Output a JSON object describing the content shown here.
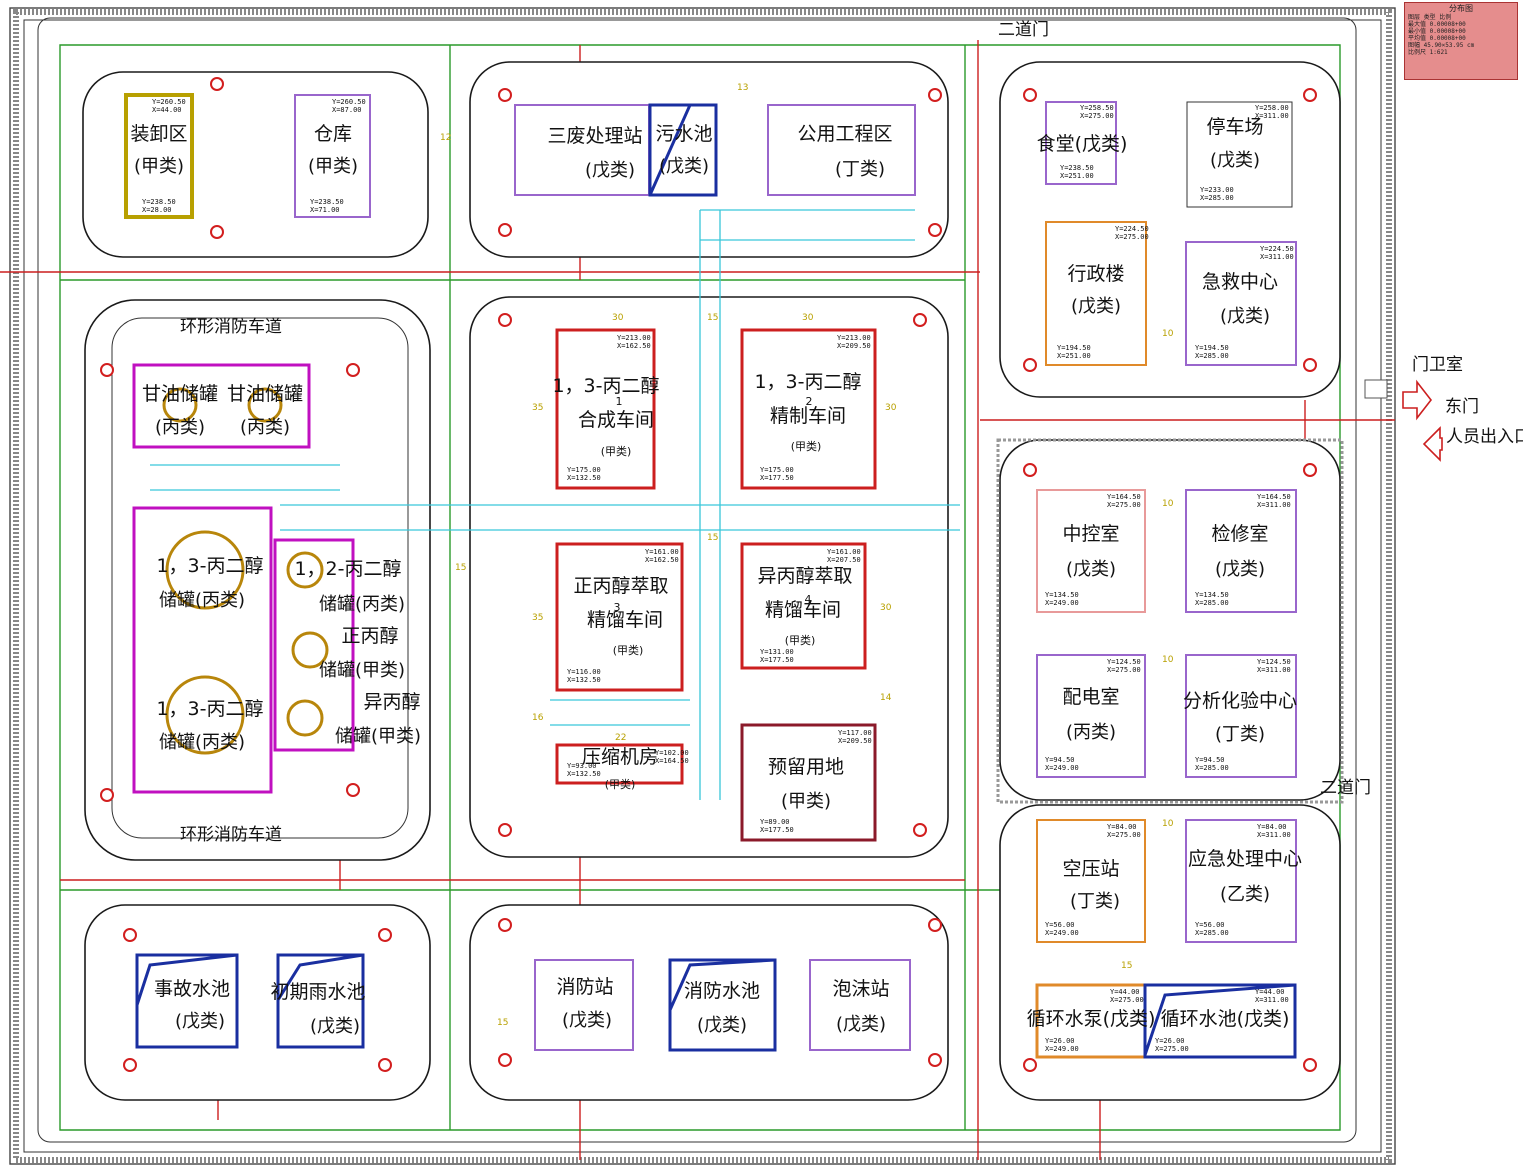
{
  "colors": {
    "class_a": "#cc1f1f",
    "class_b": "#d21e1e",
    "class_c": "#c010c0",
    "class_d": "#9966cc",
    "class_e": "#9966cc",
    "road": "#2a9a2a",
    "pipe": "#39c7d9",
    "pool": "#1a2fa0",
    "hydrant": "#d21e1e",
    "tree": "#2fa82f"
  },
  "legend": {
    "title": "分布图",
    "rows": [
      "图层  类型  比例",
      "最大值 0.00008+00",
      "最小值 0.00008+00",
      "平均值 0.00008+00",
      "图幅  45.90×53.95 cm",
      "比例尺 1:621"
    ]
  },
  "labels": {
    "ring_road_top": "环形消防车道",
    "ring_road_bottom": "环形消防车道",
    "second_gate_top": "二道门",
    "second_gate_right": "二道门",
    "guard_room": "门卫室",
    "east_gate": "东门",
    "staff_entrance": "人员出入口"
  },
  "buildings": {
    "loading": {
      "name": "装卸区",
      "cls": "(甲类)"
    },
    "warehouse": {
      "name": "仓库",
      "cls": "(甲类)"
    },
    "waste": {
      "name": "三废处理站",
      "cls": "(戊类)"
    },
    "sewage": {
      "name": "污水池",
      "cls": "(戊类)"
    },
    "utility": {
      "name": "公用工程区",
      "cls": "(丁类)"
    },
    "canteen": {
      "name": "食堂(戊类)"
    },
    "parking": {
      "name": "停车场",
      "cls": "(戊类)"
    },
    "admin": {
      "name": "行政楼",
      "cls": "(戊类)"
    },
    "emergency": {
      "name": "急救中心",
      "cls": "(戊类)"
    },
    "glycerol_tank1": {
      "name": "甘油储罐",
      "cls": "(丙类)"
    },
    "glycerol_tank2": {
      "name": "甘油储罐",
      "cls": "(丙类)"
    },
    "pdo_tank1": {
      "name": "1，3-丙二醇",
      "cls": "储罐(丙类)"
    },
    "pdo_tank2": {
      "name": "1，3-丙二醇",
      "cls": "储罐(丙类)"
    },
    "pdo12_tank": {
      "name": "1，2-丙二醇",
      "cls": "储罐(丙类)"
    },
    "propanol_tank": {
      "name": "正丙醇",
      "cls": "储罐(甲类)"
    },
    "isopropanol_tank": {
      "name": "异丙醇",
      "cls": "储罐(甲类)"
    },
    "synthesis": {
      "name": "1，3-丙二醇",
      "name2": "合成车间",
      "cls": "(甲类)",
      "num": "1"
    },
    "refining": {
      "name": "1，3-丙二醇",
      "name2": "精制车间",
      "cls": "(甲类)",
      "num": "2"
    },
    "npa_extract": {
      "name": "正丙醇萃取",
      "name2": "精馏车间",
      "cls": "(甲类)",
      "num": "3"
    },
    "ipa_extract": {
      "name": "异丙醇萃取",
      "name2": "精馏车间",
      "cls": "(甲类)",
      "num": "4"
    },
    "compressor": {
      "name": "压缩机房",
      "cls": "(甲类)"
    },
    "reserved": {
      "name": "预留用地",
      "cls": "(甲类)"
    },
    "control": {
      "name": "中控室",
      "cls": "(戊类)"
    },
    "repair": {
      "name": "检修室",
      "cls": "(戊类)"
    },
    "substation": {
      "name": "配电室",
      "cls": "(丙类)"
    },
    "lab": {
      "name": "分析化验中心",
      "cls": "(丁类)"
    },
    "air": {
      "name": "空压站",
      "cls": "(丁类)"
    },
    "emergency_center": {
      "name": "应急处理中心",
      "cls": "(乙类)"
    },
    "accident_pool": {
      "name": "事故水池",
      "cls": "(戊类)"
    },
    "rain_pool": {
      "name": "初期雨水池",
      "cls": "(戊类)"
    },
    "fire_station": {
      "name": "消防站",
      "cls": "(戊类)"
    },
    "fire_pool": {
      "name": "消防水池",
      "cls": "(戊类)"
    },
    "foam": {
      "name": "泡沫站",
      "cls": "(戊类)"
    },
    "circ_pump": {
      "name": "循环水泵(戊类)"
    },
    "circ_pool": {
      "name": "循环水池(戊类)"
    }
  },
  "coords": {
    "loading": [
      "Y=260.50",
      "X=44.00",
      "Y=238.50",
      "X=28.00"
    ],
    "warehouse": [
      "Y=260.50",
      "X=87.00",
      "Y=238.50",
      "X=71.00"
    ],
    "synthesis": [
      "Y=213.00",
      "X=162.50",
      "Y=175.00",
      "X=132.50"
    ],
    "refining": [
      "Y=213.00",
      "X=209.50",
      "Y=175.00",
      "X=177.50"
    ],
    "npa_extract": [
      "Y=161.00",
      "X=162.50",
      "Y=116.00",
      "X=132.50"
    ],
    "ipa_extract": [
      "Y=161.00",
      "X=207.50",
      "Y=131.00",
      "X=177.50"
    ],
    "compressor": [
      "Y=102.00",
      "X=164.50",
      "Y=93.00",
      "X=132.50"
    ],
    "reserved": [
      "Y=117.00",
      "X=209.50",
      "Y=89.00",
      "X=177.50"
    ],
    "control": [
      "Y=164.50",
      "X=275.00",
      "Y=134.50",
      "X=249.00"
    ],
    "repair": [
      "Y=164.50",
      "X=311.00",
      "Y=134.50",
      "X=285.00"
    ],
    "substation": [
      "Y=124.50",
      "X=275.00",
      "Y=94.50",
      "X=249.00"
    ],
    "lab": [
      "Y=124.50",
      "X=311.00",
      "Y=94.50",
      "X=285.00"
    ],
    "air": [
      "Y=84.00",
      "X=275.00",
      "Y=56.00",
      "X=249.00"
    ],
    "emergency_center": [
      "Y=84.00",
      "X=311.00",
      "Y=56.00",
      "X=285.00"
    ],
    "canteen": [
      "Y=258.50",
      "X=275.00",
      "Y=238.50",
      "X=251.00"
    ],
    "parking": [
      "Y=258.00",
      "X=311.00",
      "Y=233.00",
      "X=285.00"
    ],
    "admin": [
      "Y=224.50",
      "X=275.00",
      "Y=194.50",
      "X=251.00"
    ],
    "emergency": [
      "Y=224.50",
      "X=311.00",
      "Y=194.50",
      "X=285.00"
    ],
    "circ_pump": [
      "Y=44.00",
      "X=275.00",
      "Y=26.00",
      "X=249.00"
    ],
    "circ_pool": [
      "Y=44.00",
      "X=311.00",
      "Y=26.00",
      "X=275.00"
    ]
  },
  "dims": [
    "30",
    "15",
    "30",
    "35",
    "15",
    "30",
    "35",
    "16",
    "22",
    "30",
    "14",
    "13",
    "10",
    "10",
    "10",
    "10",
    "15",
    "15",
    "12",
    "15"
  ]
}
